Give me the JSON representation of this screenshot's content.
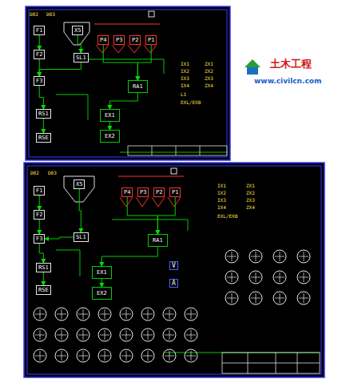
{
  "diagram": {
    "nodes": [
      {
        "text": [
          "F1"
        ]
      },
      {
        "text": [
          "F2"
        ]
      },
      {
        "text": [
          "F3"
        ]
      },
      {
        "text": [
          "X5"
        ]
      },
      {
        "text": [
          "SL1"
        ]
      },
      {
        "text": [
          "P4"
        ]
      },
      {
        "text": [
          "P3"
        ]
      },
      {
        "text": [
          "P2"
        ]
      },
      {
        "text": [
          "P1"
        ]
      },
      {
        "text": [
          "RA1"
        ]
      },
      {
        "text": [
          "EX1"
        ]
      },
      {
        "text": [
          "EX2"
        ]
      },
      {
        "text": [
          "RS1"
        ]
      },
      {
        "text": [
          "RSE"
        ]
      },
      {
        "text": [
          "F1"
        ]
      },
      {
        "text": [
          "F2"
        ]
      },
      {
        "text": [
          "F3"
        ]
      },
      {
        "text": [
          "X5"
        ]
      },
      {
        "text": [
          "SL1"
        ]
      },
      {
        "text": [
          "P4"
        ]
      },
      {
        "text": [
          "P3"
        ]
      },
      {
        "text": [
          "P2"
        ]
      },
      {
        "text": [
          "P1"
        ]
      },
      {
        "text": [
          "RA1"
        ]
      },
      {
        "text": [
          "EX1"
        ]
      },
      {
        "text": [
          "EX2"
        ]
      },
      {
        "text": [
          "RS1"
        ]
      },
      {
        "text": [
          "RSE"
        ]
      }
    ],
    "edges": [
      {
        "from": 0,
        "to": 1,
        "arrow": "to"
      },
      {
        "from": 1,
        "to": 2,
        "arrow": "to"
      },
      {
        "from": 3,
        "to": 4,
        "arrow": "to"
      },
      {
        "from": 4,
        "to": 2,
        "arrow": "to"
      },
      {
        "from": 5,
        "to": 9,
        "arrow": "to"
      },
      {
        "from": 8,
        "to": 9,
        "arrow": "to"
      },
      {
        "from": 9,
        "to": 10,
        "arrow": "to"
      },
      {
        "from": 10,
        "to": 11,
        "arrow": "to"
      },
      {
        "from": 2,
        "to": 12,
        "arrow": "to"
      },
      {
        "from": 12,
        "to": 13,
        "arrow": "to"
      },
      {
        "from": 14,
        "to": 15,
        "arrow": "to"
      },
      {
        "from": 15,
        "to": 16,
        "arrow": "to"
      },
      {
        "from": 17,
        "to": 18,
        "arrow": "to"
      },
      {
        "from": 18,
        "to": 16,
        "arrow": "to"
      },
      {
        "from": 19,
        "to": 23,
        "arrow": "to"
      },
      {
        "from": 22,
        "to": 23,
        "arrow": "to"
      },
      {
        "from": 23,
        "to": 24,
        "arrow": "to"
      },
      {
        "from": 24,
        "to": 25,
        "arrow": "to"
      },
      {
        "from": 16,
        "to": 26,
        "arrow": "to"
      },
      {
        "from": 26,
        "to": 27,
        "arrow": "to"
      }
    ],
    "labels": [
      "D02",
      "D03",
      "IX1",
      "IX2",
      "IX3",
      "IX4",
      "ZX1",
      "ZX2",
      "ZX3",
      "ZX4",
      "L1",
      "EXL/EXB",
      "D02",
      "D03",
      "IX1",
      "IX2",
      "IX3",
      "IX4",
      "ZX1",
      "ZX2",
      "ZX3",
      "ZX4",
      "EXL/EXB",
      "V",
      "A",
      "土木工程",
      "www.civilcn.com"
    ]
  }
}
